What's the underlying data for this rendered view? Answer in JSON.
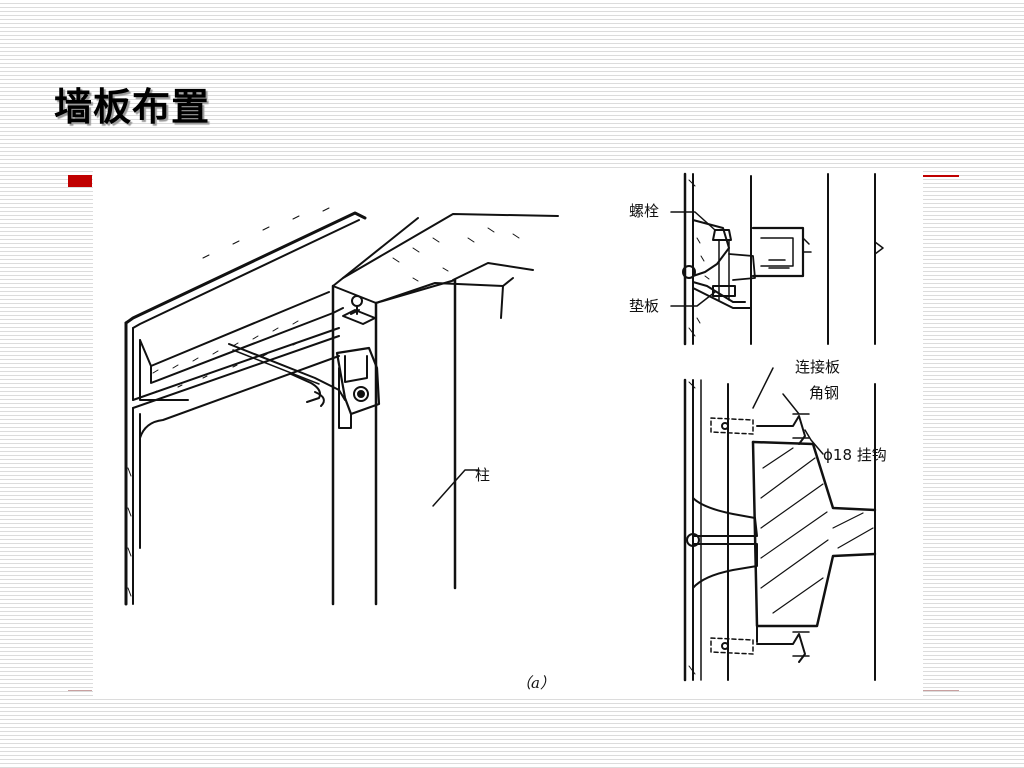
{
  "slide": {
    "title": "墙板布置"
  },
  "figure": {
    "caption": "（a）",
    "labels": {
      "column": "柱",
      "bolt": "螺栓",
      "washer": "垫板",
      "connector_plate": "连接板",
      "angle_steel": "角钢",
      "hook": "ϕ18 挂钩"
    }
  },
  "colors": {
    "accent_red": "#c00000",
    "stripe_line": "#dcdcdc",
    "drawing_ink": "#111111"
  }
}
